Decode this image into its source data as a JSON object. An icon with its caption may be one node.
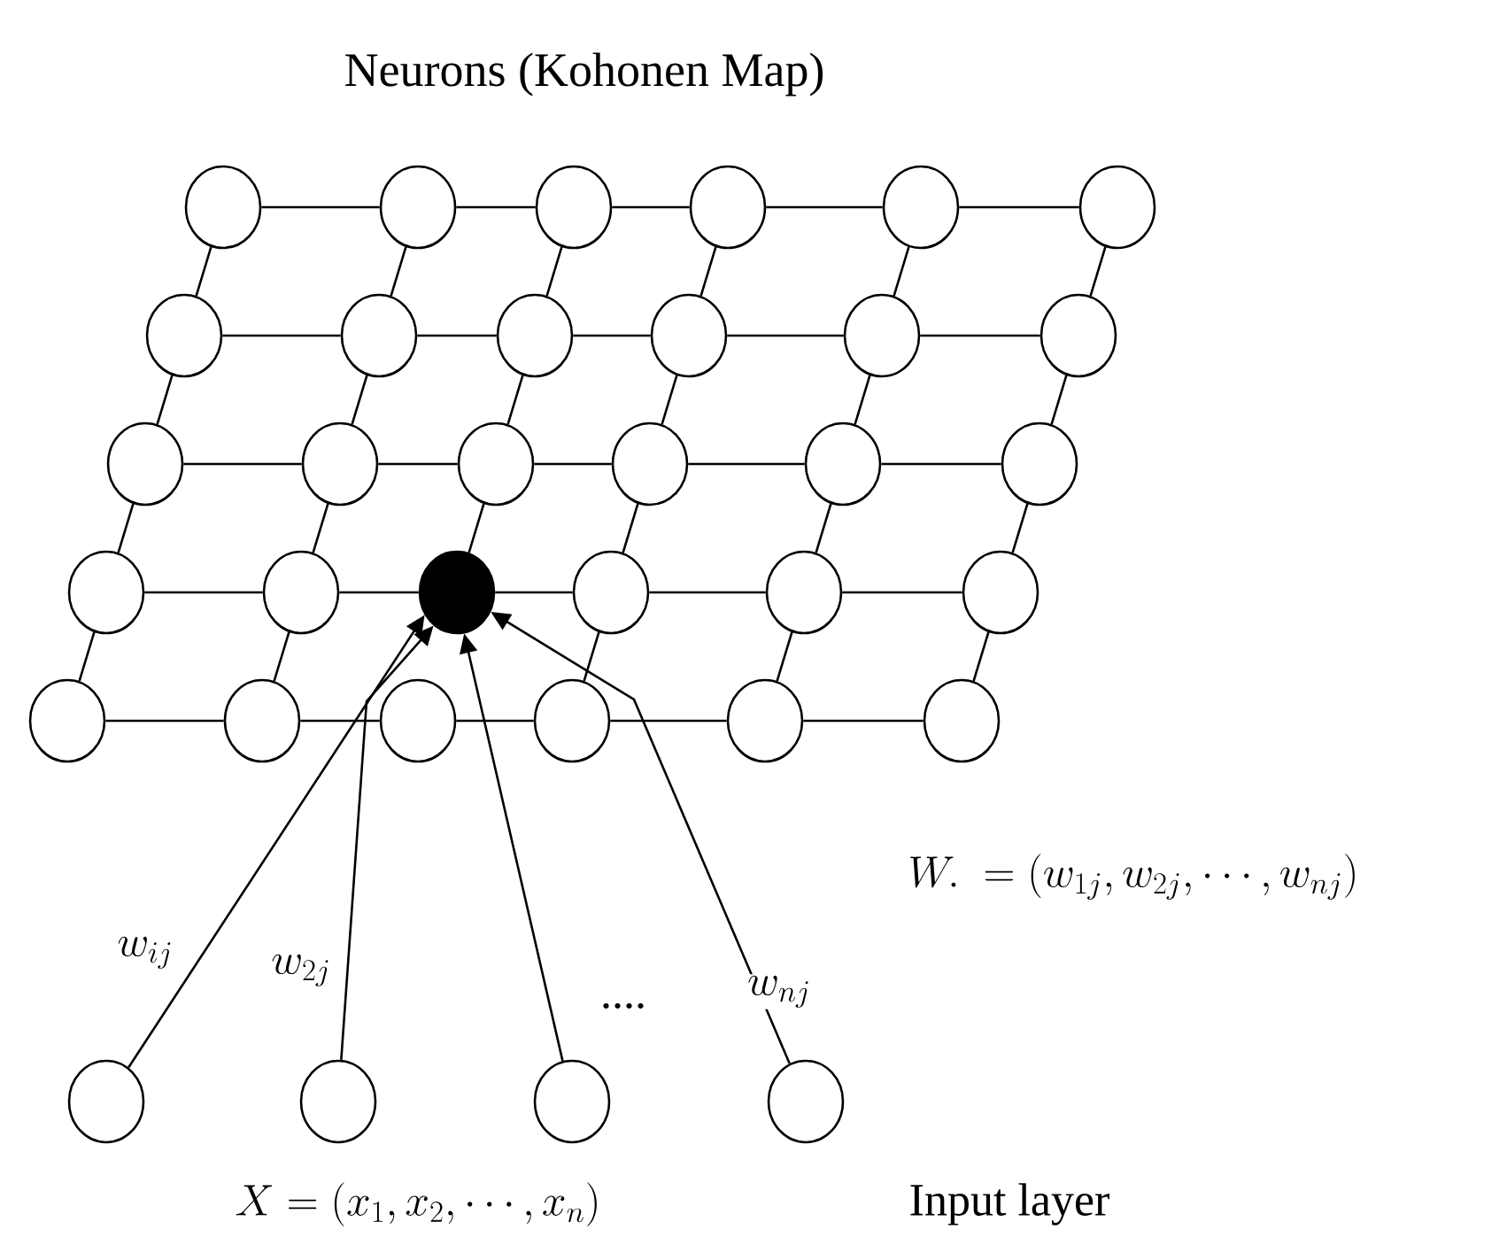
{
  "diagram": {
    "title": "Neurons (Kohonen Map)",
    "nodes": [
      {
        "text": [],
        "shape": "circle"
      },
      {
        "text": [],
        "shape": "circle"
      },
      {
        "text": [],
        "shape": "circle"
      },
      {
        "text": [],
        "shape": "circle"
      },
      {
        "text": [],
        "shape": "circle"
      },
      {
        "text": [],
        "shape": "circle"
      },
      {
        "text": [],
        "shape": "circle"
      },
      {
        "text": [],
        "shape": "circle"
      },
      {
        "text": [],
        "shape": "circle"
      },
      {
        "text": [],
        "shape": "circle"
      },
      {
        "text": [],
        "shape": "circle"
      },
      {
        "text": [],
        "shape": "circle"
      },
      {
        "text": [],
        "shape": "circle"
      },
      {
        "text": [],
        "shape": "circle"
      },
      {
        "text": [],
        "shape": "circle"
      },
      {
        "text": [],
        "shape": "circle"
      },
      {
        "text": [],
        "shape": "circle"
      },
      {
        "text": [],
        "shape": "circle"
      },
      {
        "text": [],
        "shape": "circle"
      },
      {
        "text": [],
        "shape": "circle"
      },
      {
        "text": [],
        "shape": "dot"
      },
      {
        "text": [],
        "shape": "circle"
      },
      {
        "text": [],
        "shape": "circle"
      },
      {
        "text": [],
        "shape": "circle"
      },
      {
        "text": [],
        "shape": "circle"
      },
      {
        "text": [],
        "shape": "circle"
      },
      {
        "text": [],
        "shape": "circle"
      },
      {
        "text": [],
        "shape": "circle"
      },
      {
        "text": [],
        "shape": "circle"
      },
      {
        "text": [],
        "shape": "circle"
      },
      {
        "text": [],
        "shape": "circle"
      },
      {
        "text": [],
        "shape": "circle"
      },
      {
        "text": [],
        "shape": "circle"
      },
      {
        "text": [],
        "shape": "circle"
      }
    ],
    "edges": [
      {
        "from": 0,
        "to": 1,
        "arrow": "none"
      },
      {
        "from": 1,
        "to": 2,
        "arrow": "none"
      },
      {
        "from": 2,
        "to": 3,
        "arrow": "none"
      },
      {
        "from": 3,
        "to": 4,
        "arrow": "none"
      },
      {
        "from": 4,
        "to": 5,
        "arrow": "none"
      },
      {
        "from": 6,
        "to": 7,
        "arrow": "none"
      },
      {
        "from": 7,
        "to": 8,
        "arrow": "none"
      },
      {
        "from": 8,
        "to": 9,
        "arrow": "none"
      },
      {
        "from": 9,
        "to": 10,
        "arrow": "none"
      },
      {
        "from": 10,
        "to": 11,
        "arrow": "none"
      },
      {
        "from": 12,
        "to": 13,
        "arrow": "none"
      },
      {
        "from": 13,
        "to": 14,
        "arrow": "none"
      },
      {
        "from": 14,
        "to": 15,
        "arrow": "none"
      },
      {
        "from": 15,
        "to": 16,
        "arrow": "none"
      },
      {
        "from": 16,
        "to": 17,
        "arrow": "none"
      },
      {
        "from": 18,
        "to": 19,
        "arrow": "none"
      },
      {
        "from": 19,
        "to": 20,
        "arrow": "none"
      },
      {
        "from": 20,
        "to": 21,
        "arrow": "none"
      },
      {
        "from": 21,
        "to": 22,
        "arrow": "none"
      },
      {
        "from": 22,
        "to": 23,
        "arrow": "none"
      },
      {
        "from": 24,
        "to": 25,
        "arrow": "none"
      },
      {
        "from": 25,
        "to": 26,
        "arrow": "none"
      },
      {
        "from": 26,
        "to": 27,
        "arrow": "none"
      },
      {
        "from": 27,
        "to": 28,
        "arrow": "none"
      },
      {
        "from": 28,
        "to": 29,
        "arrow": "none"
      },
      {
        "from": 0,
        "to": 6,
        "arrow": "none"
      },
      {
        "from": 1,
        "to": 7,
        "arrow": "none"
      },
      {
        "from": 2,
        "to": 8,
        "arrow": "none"
      },
      {
        "from": 3,
        "to": 9,
        "arrow": "none"
      },
      {
        "from": 4,
        "to": 10,
        "arrow": "none"
      },
      {
        "from": 5,
        "to": 11,
        "arrow": "none"
      },
      {
        "from": 6,
        "to": 12,
        "arrow": "none"
      },
      {
        "from": 7,
        "to": 13,
        "arrow": "none"
      },
      {
        "from": 8,
        "to": 14,
        "arrow": "none"
      },
      {
        "from": 9,
        "to": 15,
        "arrow": "none"
      },
      {
        "from": 10,
        "to": 16,
        "arrow": "none"
      },
      {
        "from": 11,
        "to": 17,
        "arrow": "none"
      },
      {
        "from": 12,
        "to": 18,
        "arrow": "none"
      },
      {
        "from": 13,
        "to": 19,
        "arrow": "none"
      },
      {
        "from": 14,
        "to": 20,
        "arrow": "none"
      },
      {
        "from": 15,
        "to": 21,
        "arrow": "none"
      },
      {
        "from": 16,
        "to": 22,
        "arrow": "none"
      },
      {
        "from": 17,
        "to": 23,
        "arrow": "none"
      },
      {
        "from": 18,
        "to": 24,
        "arrow": "none"
      },
      {
        "from": 19,
        "to": 25,
        "arrow": "none"
      },
      {
        "from": 21,
        "to": 27,
        "arrow": "none"
      },
      {
        "from": 22,
        "to": 28,
        "arrow": "none"
      },
      {
        "from": 23,
        "to": 29,
        "arrow": "none"
      },
      {
        "from": 30,
        "to": 20,
        "arrow": "to",
        "label": "w_{ij}"
      },
      {
        "from": 31,
        "to": 20,
        "arrow": "to",
        "label": "w_{2j}"
      },
      {
        "from": 32,
        "to": 20,
        "arrow": "to"
      },
      {
        "from": 33,
        "to": 20,
        "arrow": "to",
        "label": "w_{nj}"
      }
    ],
    "labels": [
      "W.\\ = \\left(w_{1j}, w_{2j}, \\cdots, w_{nj}\\right)",
      "....",
      "X = \\left(x_1, x_2, \\cdots, x_n\\right)",
      "Input layer"
    ]
  }
}
